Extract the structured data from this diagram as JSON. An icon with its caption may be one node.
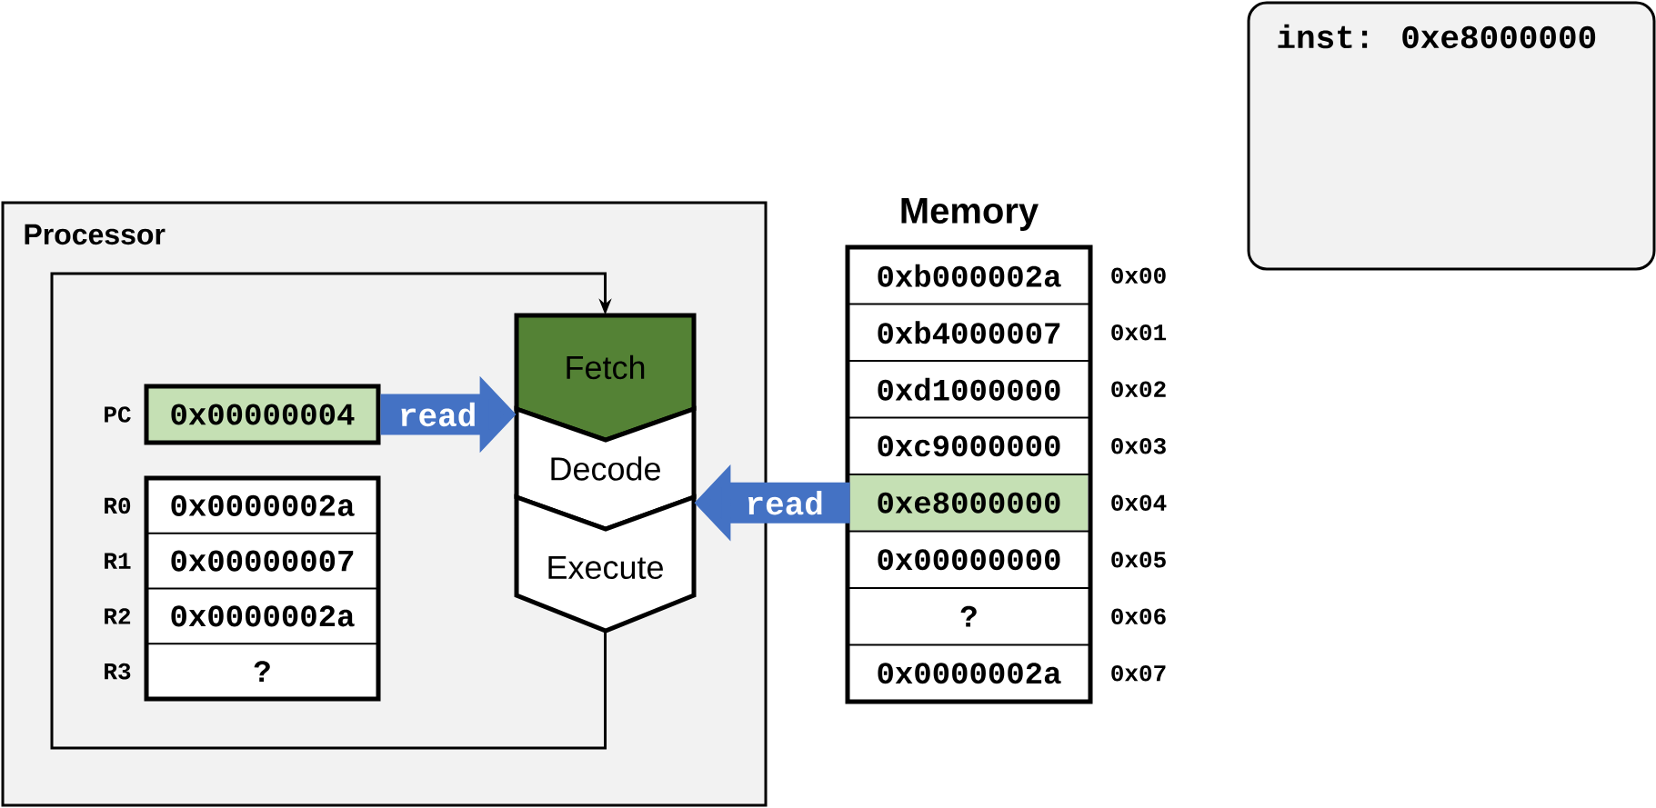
{
  "diagram": {
    "nodes": [
      {
        "text": [
          "Processor"
        ]
      },
      {
        "text": [
          "0x00000004"
        ],
        "beside": [
          "PC"
        ],
        "in": 0
      },
      {
        "text": [
          "0x0000002a"
        ],
        "beside": [
          "R0"
        ],
        "in": 0
      },
      {
        "text": [
          "0x00000007"
        ],
        "beside": [
          "R1"
        ],
        "in": 0
      },
      {
        "text": [
          "0x0000002a"
        ],
        "beside": [
          "R2"
        ],
        "in": 0
      },
      {
        "text": [
          "?"
        ],
        "beside": [
          "R3"
        ],
        "in": 0
      },
      {
        "text": [
          "Fetch"
        ],
        "in": 0
      },
      {
        "text": [
          "Decode"
        ],
        "in": 0
      },
      {
        "text": [
          "Execute"
        ],
        "in": 0
      },
      {
        "text": [
          "Memory"
        ]
      },
      {
        "text": [
          "0xb000002a"
        ],
        "beside": [
          "0x00"
        ],
        "in": 9
      },
      {
        "text": [
          "0xb4000007"
        ],
        "beside": [
          "0x01"
        ],
        "in": 9
      },
      {
        "text": [
          "0xd1000000"
        ],
        "beside": [
          "0x02"
        ],
        "in": 9
      },
      {
        "text": [
          "0xc9000000"
        ],
        "beside": [
          "0x03"
        ],
        "in": 9
      },
      {
        "text": [
          "0xe8000000"
        ],
        "beside": [
          "0x04"
        ],
        "in": 9
      },
      {
        "text": [
          "0x00000000"
        ],
        "beside": [
          "0x05"
        ],
        "in": 9
      },
      {
        "text": [
          "?"
        ],
        "beside": [
          "0x06"
        ],
        "in": 9
      },
      {
        "text": [
          "0x0000002a"
        ],
        "beside": [
          "0x07"
        ],
        "in": 9
      },
      {
        "text": [
          "inst: 0xe8000000"
        ]
      }
    ],
    "edges": [
      {
        "from": 8,
        "to": 6,
        "arrow": "to",
        "color": "#000000"
      },
      {
        "from": 1,
        "to": 6,
        "arrow": "to",
        "label": "read"
      },
      {
        "from": 14,
        "to": 7,
        "arrow": "to",
        "label": "read"
      }
    ]
  }
}
